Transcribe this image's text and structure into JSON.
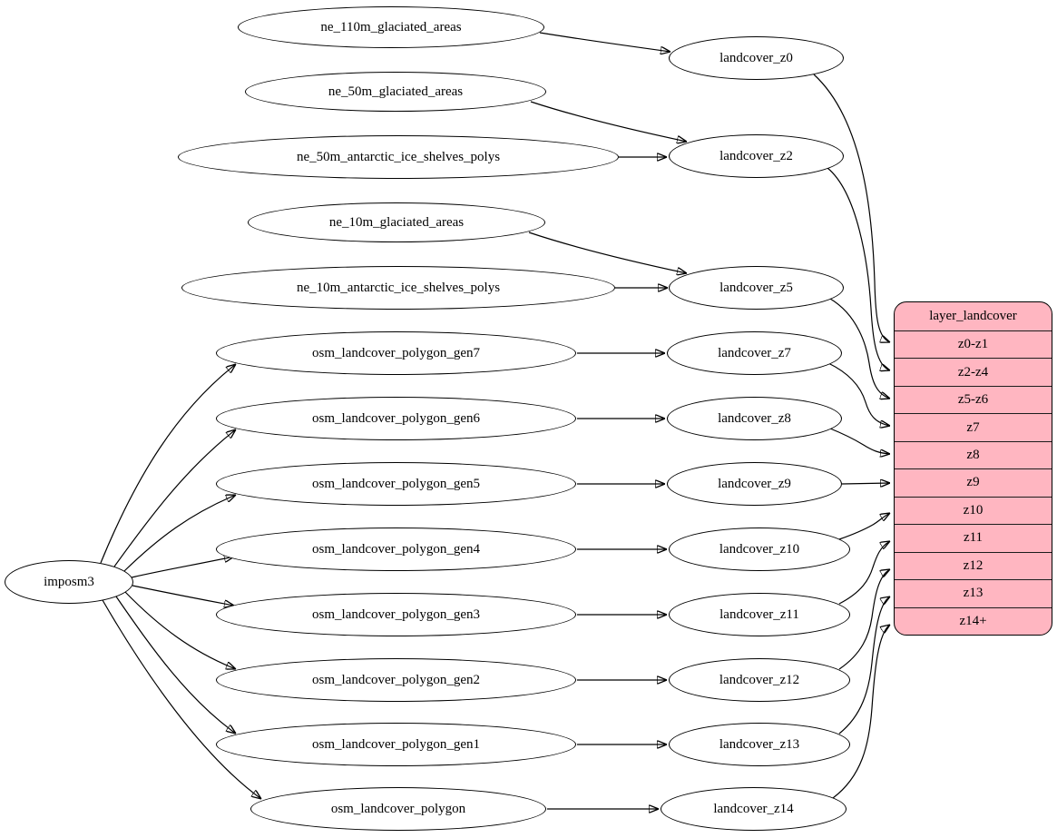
{
  "diagram": {
    "root": "imposm3",
    "sources": [
      "ne_110m_glaciated_areas",
      "ne_50m_glaciated_areas",
      "ne_50m_antarctic_ice_shelves_polys",
      "ne_10m_glaciated_areas",
      "ne_10m_antarctic_ice_shelves_polys",
      "osm_landcover_polygon_gen7",
      "osm_landcover_polygon_gen6",
      "osm_landcover_polygon_gen5",
      "osm_landcover_polygon_gen4",
      "osm_landcover_polygon_gen3",
      "osm_landcover_polygon_gen2",
      "osm_landcover_polygon_gen1",
      "osm_landcover_polygon"
    ],
    "generalized": [
      "landcover_z0",
      "landcover_z2",
      "landcover_z5",
      "landcover_z7",
      "landcover_z8",
      "landcover_z9",
      "landcover_z10",
      "landcover_z11",
      "landcover_z12",
      "landcover_z13",
      "landcover_z14"
    ],
    "layer_table": {
      "title": "layer_landcover",
      "rows": [
        "z0-z1",
        "z2-z4",
        "z5-z6",
        "z7",
        "z8",
        "z9",
        "z10",
        "z11",
        "z12",
        "z13",
        "z14+"
      ]
    },
    "colors": {
      "table_fill": "#ffb6c1",
      "node_fill": "#ffffff",
      "stroke": "#000000"
    }
  }
}
